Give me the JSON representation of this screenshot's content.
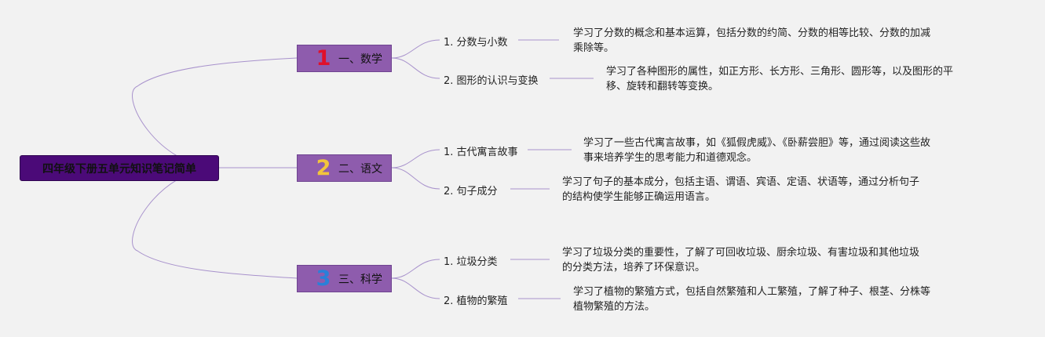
{
  "root": {
    "title": "四年级下册五单元知识笔记简单"
  },
  "branches": [
    {
      "num": "1",
      "num_color": "#e0102a",
      "label": "一、数学",
      "leaves": [
        {
          "label": "1. 分数与小数",
          "desc": [
            "学习了分数的概念和基本运算，包括分数的约简、分数的相等比较、分数的加减",
            "乘除等。"
          ]
        },
        {
          "label": "2. 图形的认识与变换",
          "desc": [
            "学习了各种图形的属性，如正方形、长方形、三角形、圆形等，以及图形的平",
            "移、旋转和翻转等变换。"
          ]
        }
      ]
    },
    {
      "num": "2",
      "num_color": "#f2c53c",
      "label": "二、语文",
      "leaves": [
        {
          "label": "1. 古代寓言故事",
          "desc": [
            "学习了一些古代寓言故事，如《狐假虎威》、《卧薪尝胆》等，通过阅读这些故",
            "事来培养学生的思考能力和道德观念。"
          ]
        },
        {
          "label": "2. 句子成分",
          "desc": [
            "学习了句子的基本成分，包括主语、谓语、宾语、定语、状语等，通过分析句子",
            "的结构使学生能够正确运用语言。"
          ]
        }
      ]
    },
    {
      "num": "3",
      "num_color": "#2a80d8",
      "label": "三、科学",
      "leaves": [
        {
          "label": "1. 垃圾分类",
          "desc": [
            "学习了垃圾分类的重要性，了解了可回收垃圾、厨余垃圾、有害垃圾和其他垃圾",
            "的分类方法，培养了环保意识。"
          ]
        },
        {
          "label": "2. 植物的繁殖",
          "desc": [
            "学习了植物的繁殖方式，包括自然繁殖和人工繁殖，了解了种子、根茎、分株等",
            "植物繁殖的方法。"
          ]
        }
      ]
    }
  ],
  "colors": {
    "connector": "#a892cc",
    "root_bg": "#4b0a78",
    "branch_bg": "#8e5cad"
  }
}
